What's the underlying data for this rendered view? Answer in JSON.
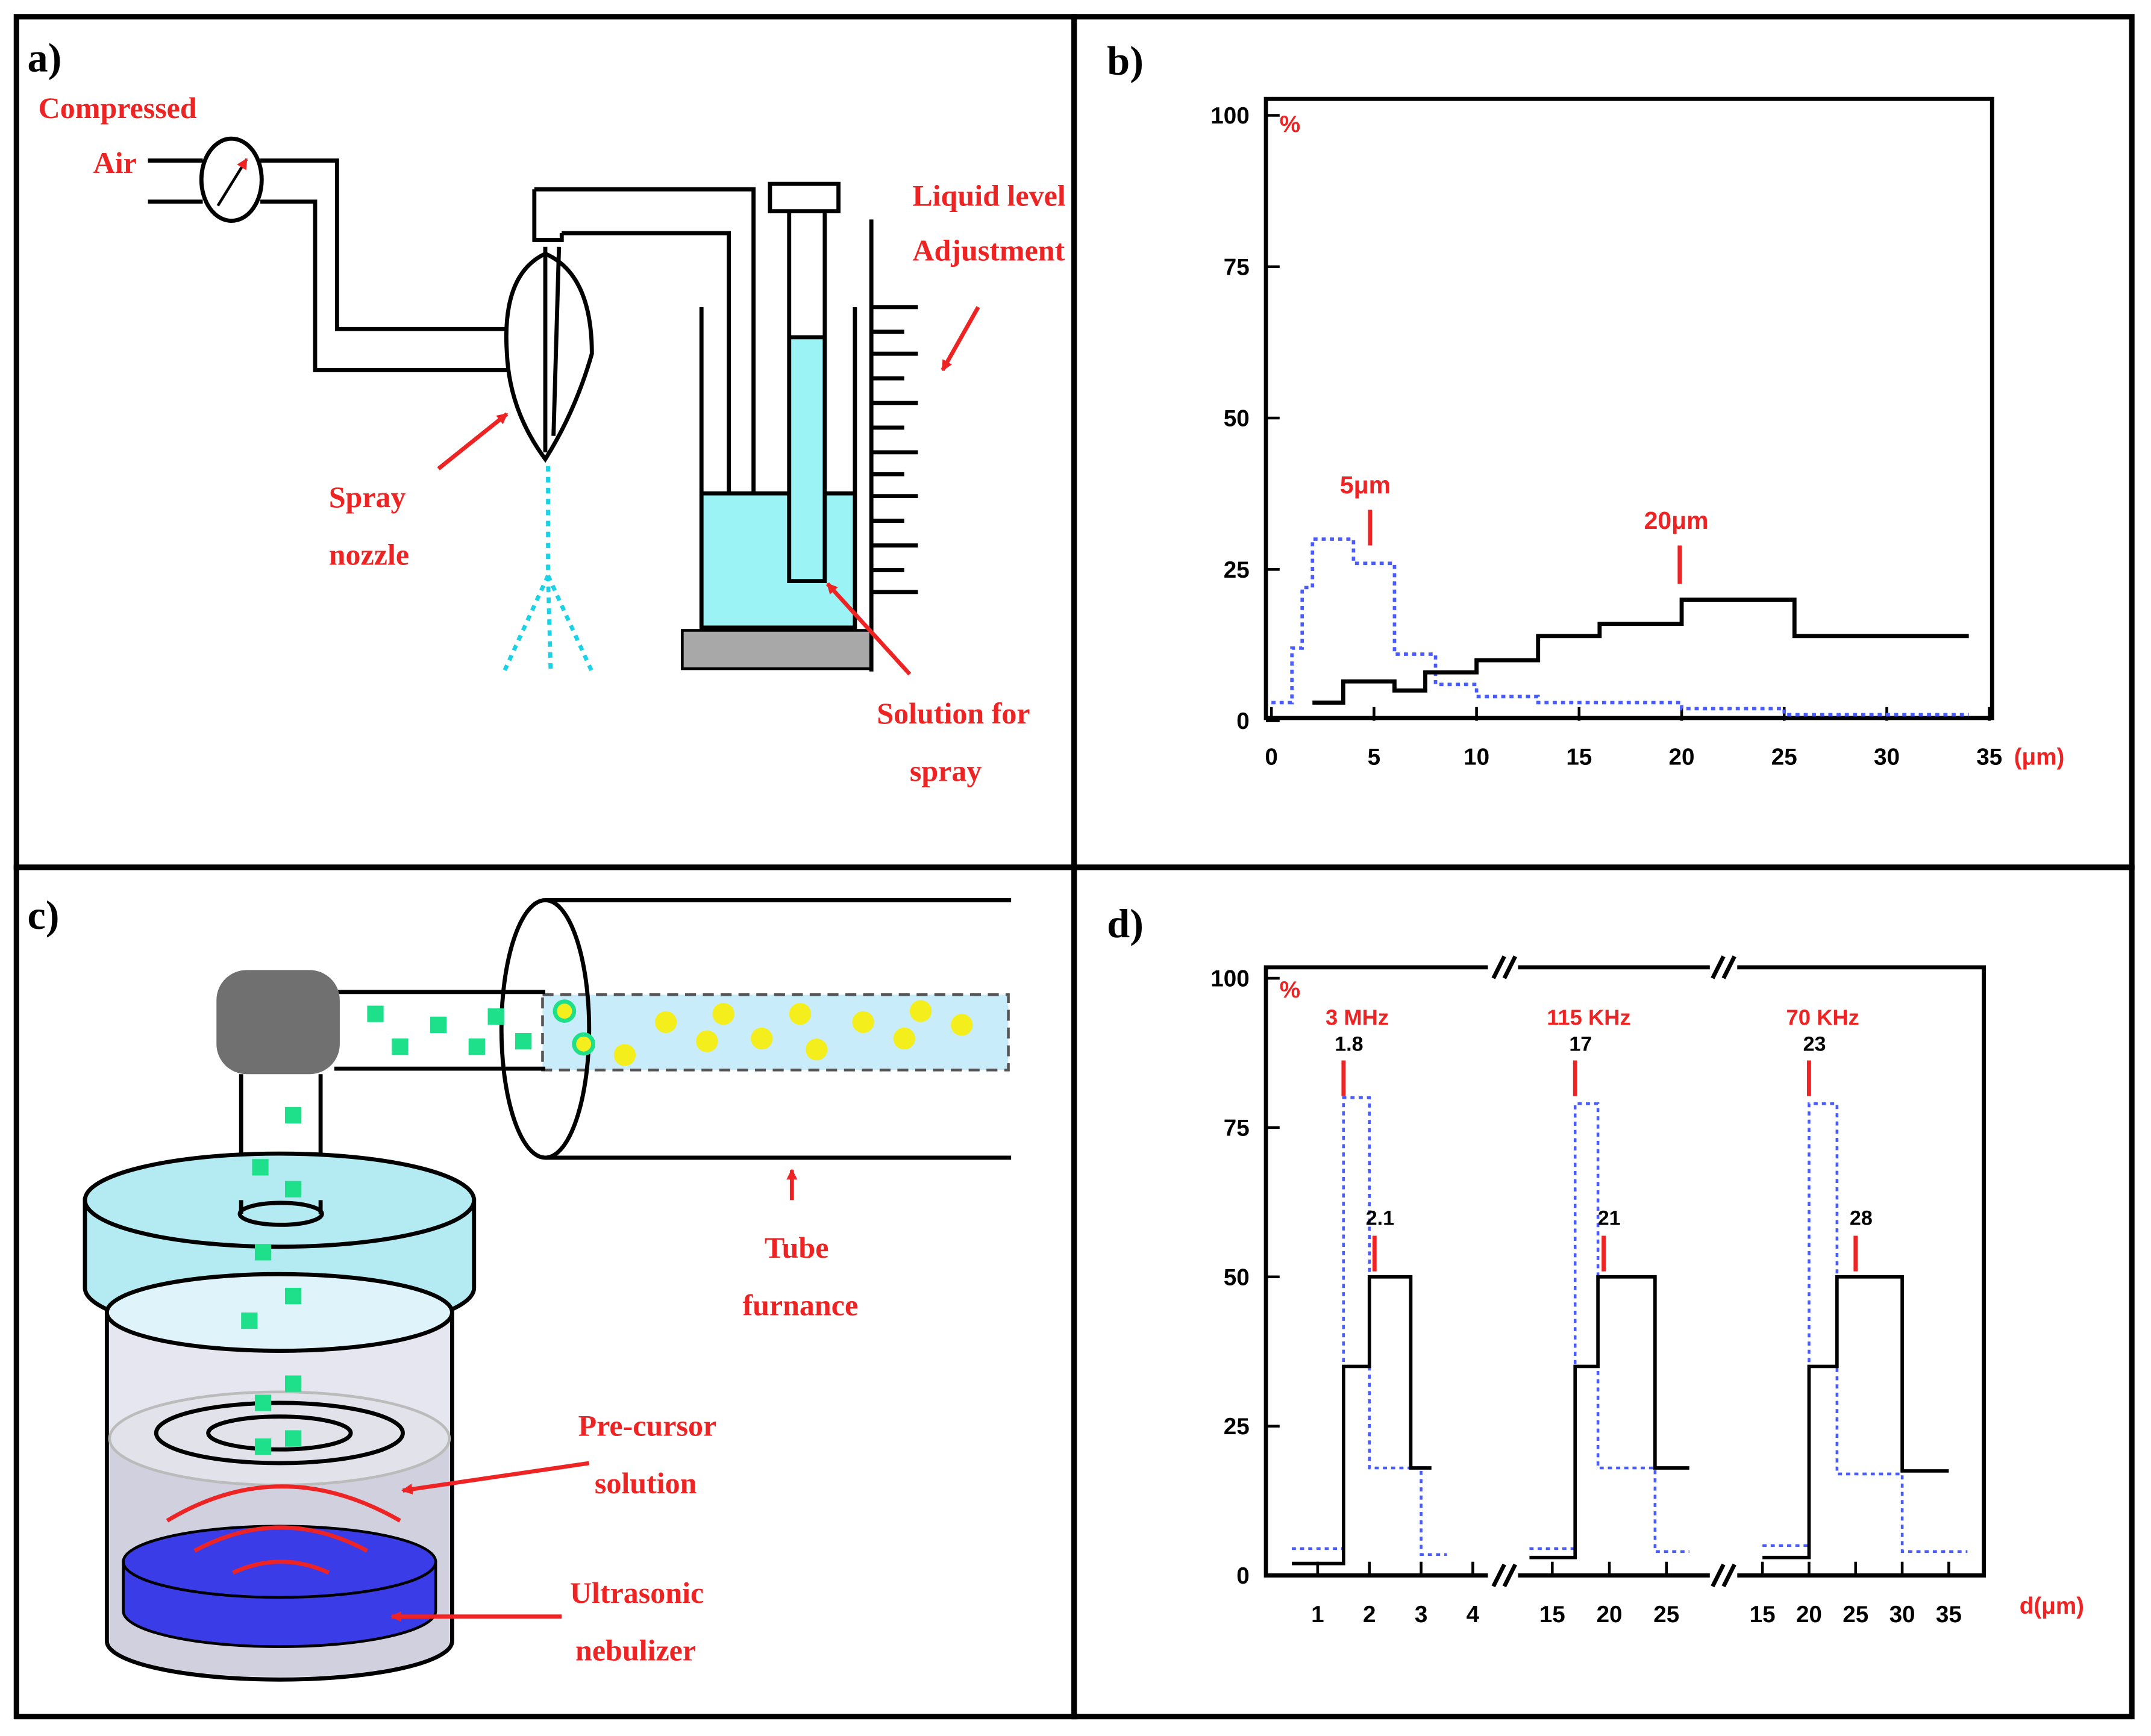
{
  "colors": {
    "red": "#ee2424",
    "blue": "#4b5cff",
    "cyan_liquid": "#9bf3f6",
    "spray": "#19d2e6",
    "green_droplet": "#1fe08a",
    "yellow_particle": "#f4ef1c",
    "tube_fill": "#c9ecfa",
    "lid": "#b4eaf2",
    "nebulizer": "#3a3ce8",
    "gray_cap": "#707070"
  },
  "panel_a": {
    "label": "a)",
    "compressed_air": [
      "Compressed",
      "Air"
    ],
    "liquid_level": [
      "Liquid level",
      "Adjustment"
    ],
    "spray_nozzle": [
      "Spray",
      "nozzle"
    ],
    "solution": [
      "Solution for",
      "spray"
    ]
  },
  "panel_b": {
    "label": "b)",
    "y_unit": "%",
    "x_unit": "(μm)",
    "yticks": [
      "0",
      "25",
      "50",
      "75",
      "100"
    ],
    "xticks": [
      "0",
      "5",
      "10",
      "15",
      "20",
      "25",
      "30",
      "35"
    ],
    "annotation_5": "5μm",
    "annotation_20": "20μm"
  },
  "panel_c": {
    "label": "c)",
    "tube_furnace": [
      "Tube",
      "furnance"
    ],
    "precursor": [
      "Pre-cursor",
      "solution"
    ],
    "nebulizer": [
      "Ultrasonic",
      "nebulizer"
    ]
  },
  "panel_d": {
    "label": "d)",
    "y_unit": "%",
    "x_unit": "d(μm)",
    "yticks": [
      "0",
      "25",
      "50",
      "75",
      "100"
    ],
    "groups": [
      {
        "freq": "3 MHz",
        "peak_blue": "1.8",
        "peak_black": "2.1",
        "xticks": [
          "1",
          "2",
          "3",
          "4"
        ]
      },
      {
        "freq": "115 KHz",
        "peak_blue": "17",
        "peak_black": "21",
        "xticks": [
          "15",
          "20",
          "25"
        ]
      },
      {
        "freq": "70 KHz",
        "peak_blue": "23",
        "peak_black": "28",
        "xticks": [
          "15",
          "20",
          "25",
          "30",
          "35"
        ]
      }
    ]
  },
  "chart_data": [
    {
      "type": "line",
      "xlabel": "(μm)",
      "ylabel": "%",
      "xlim": [
        0,
        35
      ],
      "ylim": [
        0,
        100
      ],
      "annotations": [
        "5μm",
        "20μm"
      ],
      "series": [
        {
          "style": "dotted-blue-step",
          "x": [
            0,
            1,
            1.5,
            2,
            4,
            6,
            8,
            10,
            13,
            20,
            25,
            30,
            34
          ],
          "y": [
            3,
            12,
            22,
            30,
            26,
            11,
            6,
            4,
            3,
            2,
            1,
            1,
            1
          ]
        },
        {
          "style": "solid-black-step",
          "x": [
            2,
            3.5,
            6,
            7.5,
            10,
            13,
            16,
            20,
            25.5,
            34
          ],
          "y": [
            3,
            6.5,
            5,
            8,
            10,
            14,
            16,
            20,
            14,
            14
          ]
        }
      ]
    },
    {
      "type": "line",
      "xlabel": "d(μm)",
      "ylabel": "%",
      "ylim": [
        0,
        100
      ],
      "series": [
        {
          "name": "3 MHz",
          "style": "dotted-blue-step",
          "x": [
            0.5,
            1.5,
            2,
            3,
            3.5
          ],
          "y": [
            4.5,
            80,
            18,
            3.5,
            3.5
          ]
        },
        {
          "name": "3 MHz",
          "style": "solid-black-step",
          "x": [
            0.5,
            1.5,
            2,
            2.8,
            3.2
          ],
          "y": [
            2,
            35,
            50,
            18,
            18
          ]
        },
        {
          "name": "115 KHz",
          "style": "dotted-blue-step",
          "x": [
            13,
            17,
            19,
            24,
            27
          ],
          "y": [
            4.5,
            79,
            18,
            4,
            4
          ]
        },
        {
          "name": "115 KHz",
          "style": "solid-black-step",
          "x": [
            13,
            17,
            19,
            24,
            27
          ],
          "y": [
            3,
            35,
            50,
            18,
            18
          ]
        },
        {
          "name": "70 KHz",
          "style": "dotted-blue-step",
          "x": [
            15,
            20,
            23,
            30,
            37
          ],
          "y": [
            5,
            79,
            17,
            4,
            4
          ]
        },
        {
          "name": "70 KHz",
          "style": "solid-black-step",
          "x": [
            15,
            20,
            23,
            30,
            35
          ],
          "y": [
            3,
            35,
            50,
            17.5,
            17.5
          ]
        }
      ]
    }
  ]
}
